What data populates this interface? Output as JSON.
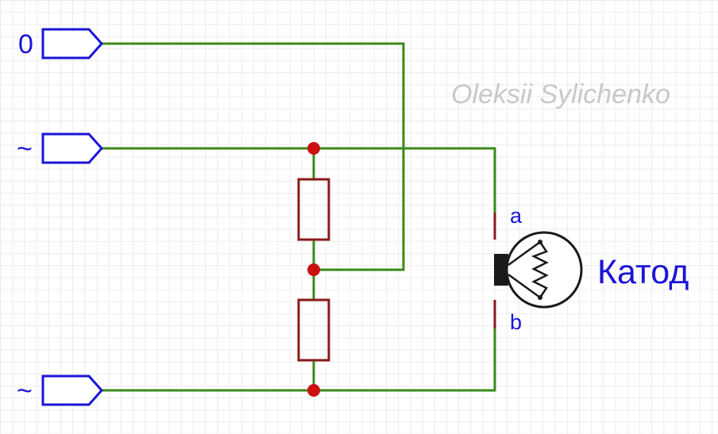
{
  "ports": [
    {
      "label": "0"
    },
    {
      "label": "~"
    },
    {
      "label": "~"
    }
  ],
  "lamp": {
    "name": "Катод",
    "pin_top": "a",
    "pin_bottom": "b"
  },
  "watermark": "Oleksii Sylichenko",
  "colors": {
    "wire": "#3a8a18",
    "component": "#8a1a1a",
    "port": "#1a14d8",
    "junction": "#cc1010",
    "label": "#1a14d8",
    "watermark": "#c8c8c8"
  }
}
